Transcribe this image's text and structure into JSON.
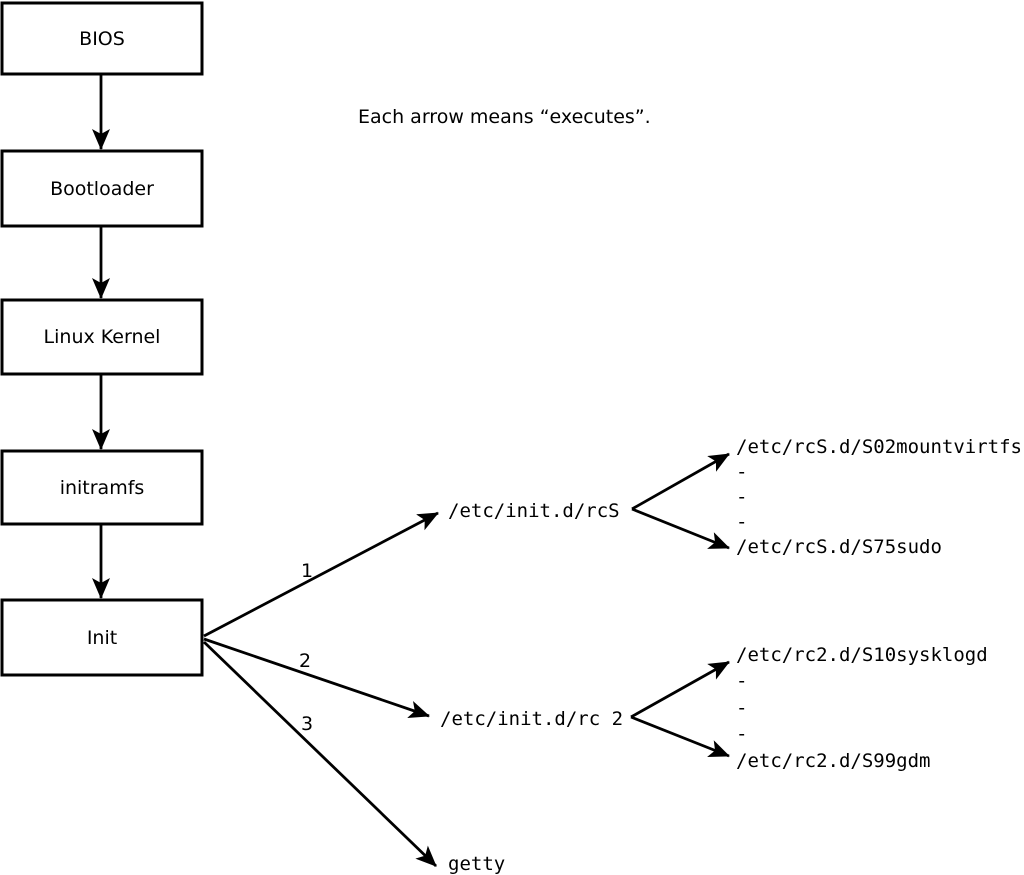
{
  "caption": "Each arrow means “executes”.",
  "chain": {
    "nodes": [
      "BIOS",
      "Bootloader",
      "Linux Kernel",
      "initramfs",
      "Init"
    ]
  },
  "init_branches": {
    "labels": [
      "1",
      "2",
      "3"
    ],
    "targets": [
      "/etc/init.d/rcS",
      "/etc/init.d/rc 2",
      "getty"
    ]
  },
  "rcS_scripts": [
    "/etc/rcS.d/S02mountvirtfs",
    "-",
    "-",
    "-",
    "/etc/rcS.d/S75sudo"
  ],
  "rc2_scripts": [
    "/etc/rc2.d/S10sysklogd",
    "-",
    "-",
    "-",
    "/etc/rc2.d/S99gdm"
  ],
  "colors": {
    "ink": "#000000",
    "background": "#ffffff"
  }
}
